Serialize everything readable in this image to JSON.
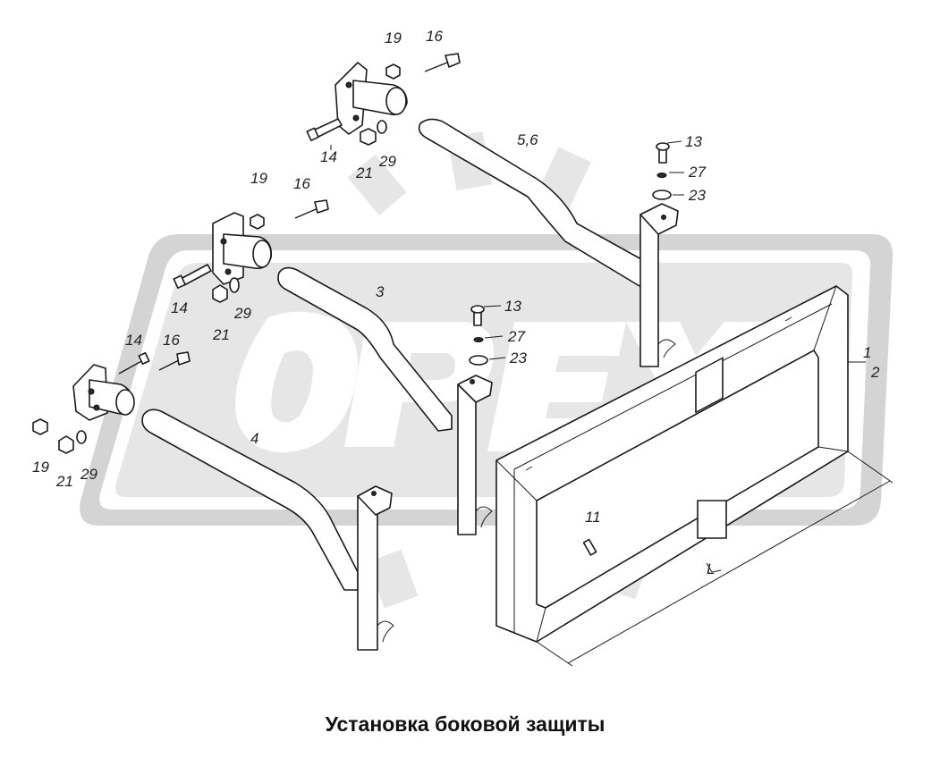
{
  "caption": "Установка боковой защиты",
  "watermark_text": "OPEX",
  "callouts": {
    "c1": "1",
    "c2": "2",
    "c3": "3",
    "c4": "4",
    "c56": "5,6",
    "c11": "11",
    "c13a": "13",
    "c13b": "13",
    "c14a": "14",
    "c14b": "14",
    "c14c": "14",
    "c16a": "16",
    "c16b": "16",
    "c16c": "16",
    "c19a": "19",
    "c19b": "19",
    "c19c": "19",
    "c21a": "21",
    "c21b": "21",
    "c21c": "21",
    "c23a": "23",
    "c23b": "23",
    "c27a": "27",
    "c27b": "27",
    "c29a": "29",
    "c29b": "29",
    "c29c": "29",
    "dimL": "L"
  },
  "colors": {
    "watermark": "#d4d4d4",
    "line": "#1a1a1a"
  }
}
